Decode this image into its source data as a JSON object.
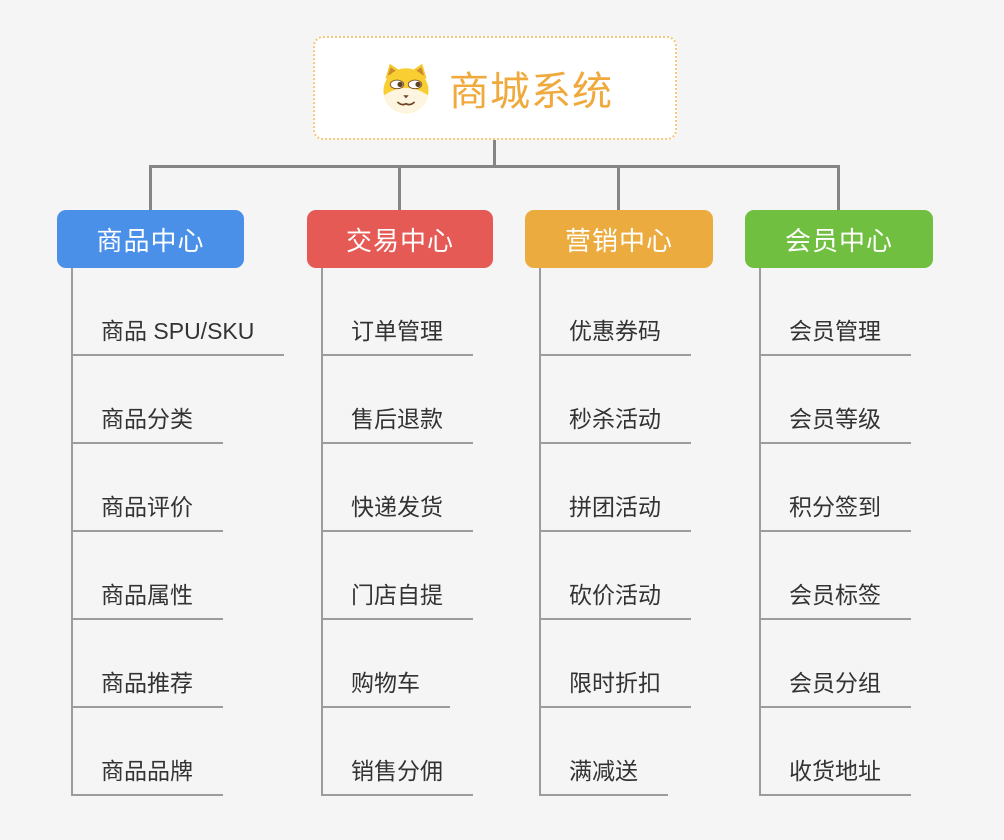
{
  "background_color": "#F5F5F5",
  "connector_color": "#858585",
  "leaf_line_color": "#9C9C9C",
  "root": {
    "title": "商城系统",
    "icon": "shiba-dog-icon",
    "title_color": "#F0A93C",
    "border_color": "#F5C87D"
  },
  "branches": [
    {
      "label": "商品中心",
      "color": "#4A90E8",
      "items": [
        "商品 SPU/SKU",
        "商品分类",
        "商品评价",
        "商品属性",
        "商品推荐",
        "商品品牌"
      ]
    },
    {
      "label": "交易中心",
      "color": "#E65A56",
      "items": [
        "订单管理",
        "售后退款",
        "快递发货",
        "门店自提",
        "购物车",
        "销售分佣"
      ]
    },
    {
      "label": "营销中心",
      "color": "#ECAB3F",
      "items": [
        "优惠券码",
        "秒杀活动",
        "拼团活动",
        "砍价活动",
        "限时折扣",
        "满减送"
      ]
    },
    {
      "label": "会员中心",
      "color": "#70BF40",
      "items": [
        "会员管理",
        "会员等级",
        "积分签到",
        "会员标签",
        "会员分组",
        "收货地址"
      ]
    }
  ]
}
